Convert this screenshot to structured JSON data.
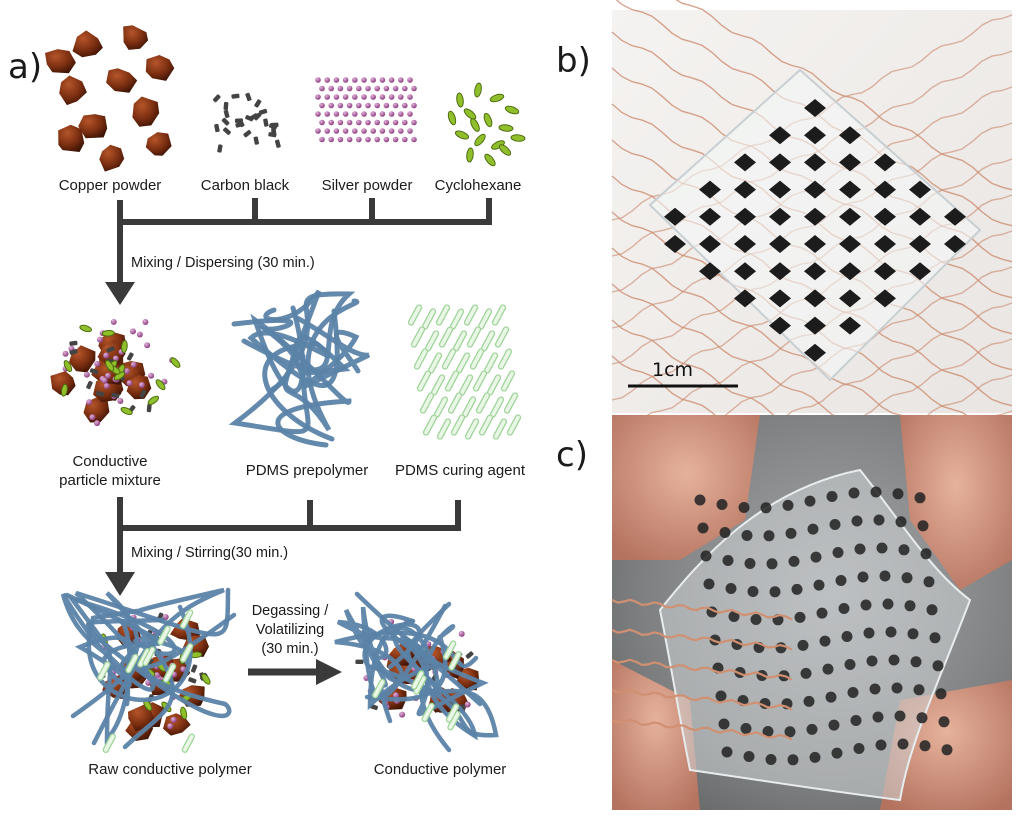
{
  "panels": {
    "a": "a)",
    "b": "b)",
    "c": "c)"
  },
  "ingredients": {
    "copper": "Copper powder",
    "carbon": "Carbon black",
    "silver": "Silver powder",
    "cyclohexane": "Cyclohexane"
  },
  "steps": {
    "step1": "Mixing / Dispersing (30 min.)",
    "step2": "Mixing / Stirring(30 min.)",
    "step3_line1": "Degassing /",
    "step3_line2": "Volatilizing",
    "step3_line3": "(30 min.)"
  },
  "intermediates": {
    "mixture_line1": "Conductive",
    "mixture_line2": "particle mixture",
    "prepolymer": "PDMS prepolymer",
    "curing": "PDMS curing agent",
    "raw": "Raw conductive polymer",
    "final": "Conductive polymer"
  },
  "photo_b": {
    "scale_bar": "1cm"
  },
  "colors": {
    "copper": "#7a2e10",
    "carbon": "#444444",
    "silver": "#a8559a",
    "cyclohexane": "#8fbf2a",
    "pdms": "#5b83a8",
    "curing": "#9fd49a",
    "line": "#3a3a3a"
  }
}
